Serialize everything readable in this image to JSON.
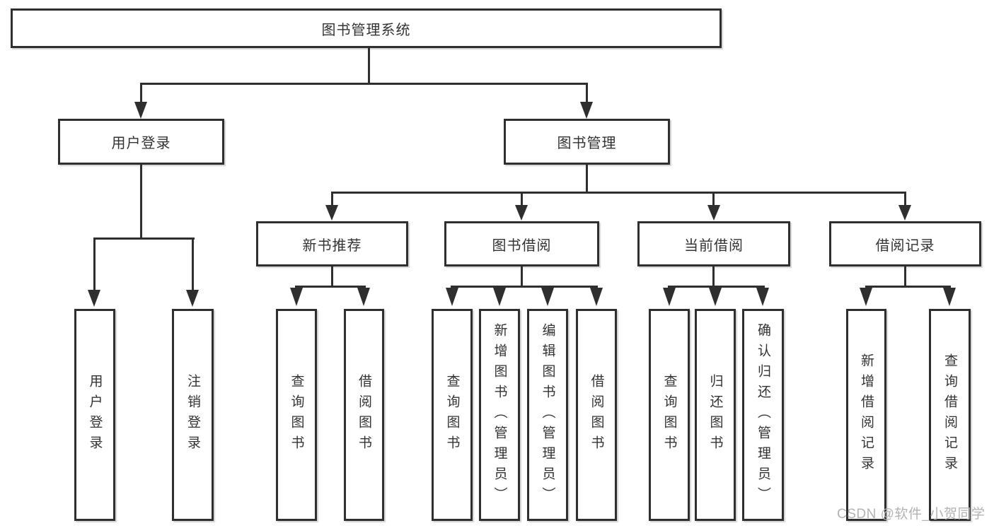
{
  "diagram": {
    "root_label": "图书管理系统",
    "level2": [
      {
        "label": "用户登录"
      },
      {
        "label": "图书管理"
      }
    ],
    "level3": [
      {
        "label": "新书推荐"
      },
      {
        "label": "图书借阅"
      },
      {
        "label": "当前借阅"
      },
      {
        "label": "借阅记录"
      }
    ],
    "leaf_groups": [
      {
        "parent": "用户登录",
        "items": [
          {
            "label": "用户登录"
          },
          {
            "label": "注销登录"
          }
        ]
      },
      {
        "parent": "新书推荐",
        "items": [
          {
            "label": "查询图书"
          },
          {
            "label": "借阅图书"
          }
        ]
      },
      {
        "parent": "图书借阅",
        "items": [
          {
            "label": "查询图书"
          },
          {
            "label": "新增图书（管理员）"
          },
          {
            "label": "编辑图书（管理员）"
          },
          {
            "label": "借阅图书"
          }
        ]
      },
      {
        "parent": "当前借阅",
        "items": [
          {
            "label": "查询图书"
          },
          {
            "label": "归还图书"
          },
          {
            "label": "确认归还（管理员）"
          }
        ]
      },
      {
        "parent": "借阅记录",
        "items": [
          {
            "label": "新增借阅记录"
          },
          {
            "label": "查询借阅记录"
          }
        ]
      }
    ]
  },
  "watermark": {
    "text": "CSDN @软件_小贺同学",
    "color": "#b3b3b3"
  },
  "colors": {
    "line": "#2f2f2f",
    "text": "#333333",
    "background": "#ffffff"
  }
}
